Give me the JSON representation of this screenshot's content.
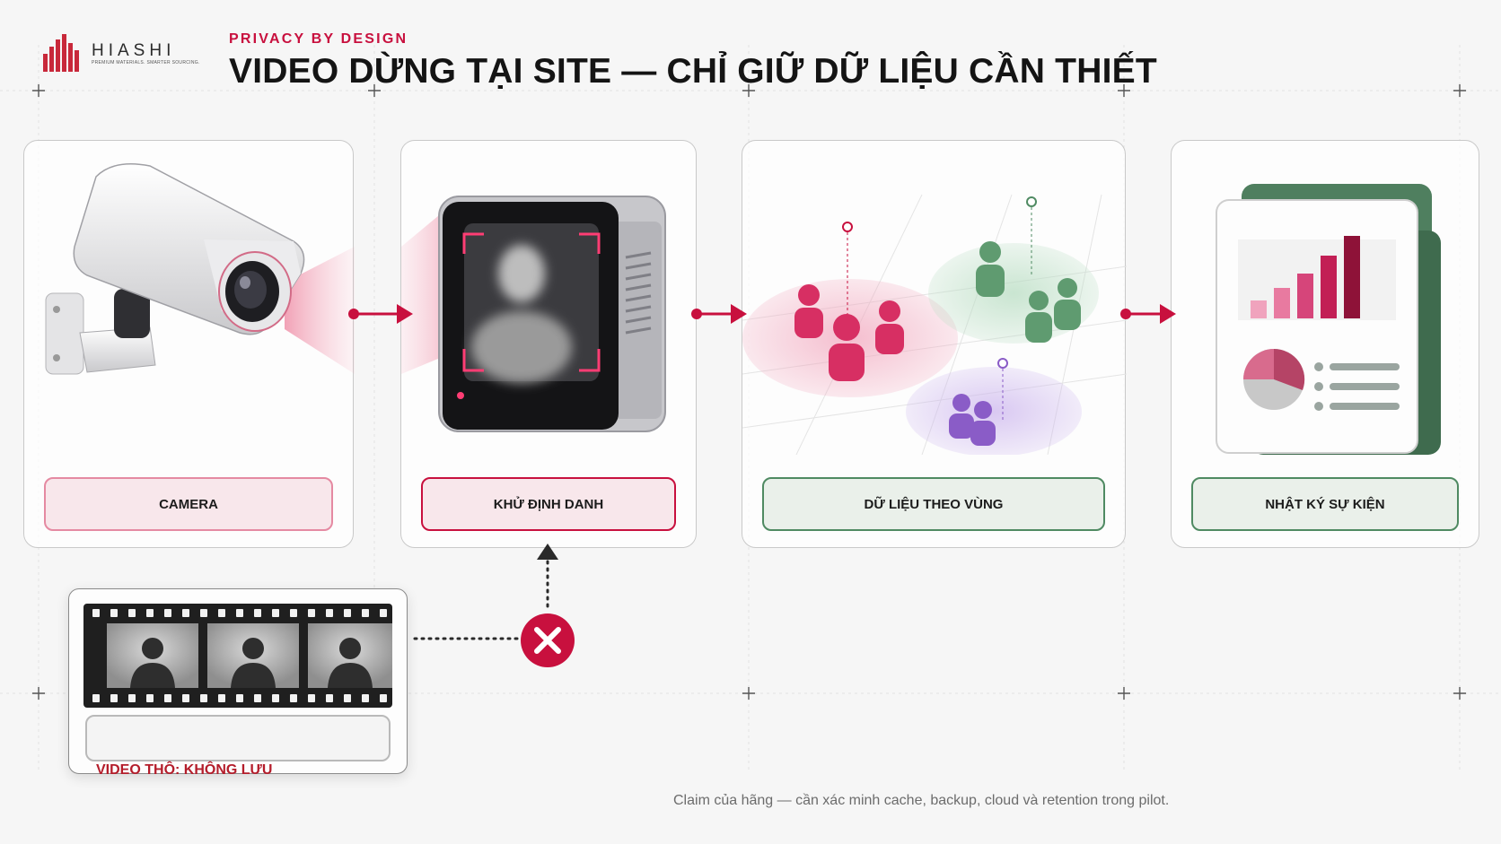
{
  "brand": {
    "name": "HIASHI",
    "tagline": "PREMIUM MATERIALS. SMARTER SOURCING."
  },
  "header": {
    "eyebrow": "PRIVACY BY DESIGN",
    "title": "VIDEO DỪNG TẠI SITE — CHỈ GIỮ DỮ LIỆU CẦN THIẾT"
  },
  "steps": [
    {
      "label": "CAMERA",
      "icon": "security-camera-icon"
    },
    {
      "label": "KHỬ ĐỊNH DANH",
      "icon": "edge-device-blurred-face-icon"
    },
    {
      "label": "DỮ LIỆU THEO VÙNG",
      "icon": "zone-people-heatmap-icon"
    },
    {
      "label": "NHẬT KÝ SỰ KIỆN",
      "icon": "report-chart-document-icon"
    }
  ],
  "raw_video": {
    "label": "VIDEO THÔ: KHÔNG LƯU",
    "icon": "film-strip-icon",
    "blocked_icon": "x-circle-icon"
  },
  "footnote": "Claim của hãng — cần xác minh cache, backup, cloud và retention trong pilot.",
  "colors": {
    "accent_red": "#c8103e",
    "accent_green": "#4f8a62",
    "accent_purple": "#8a5cc7",
    "text_dark": "#141414"
  }
}
